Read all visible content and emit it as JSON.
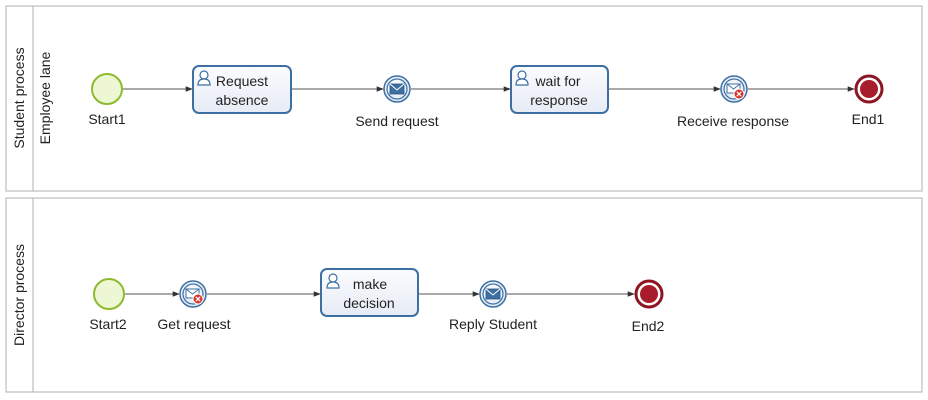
{
  "pools": {
    "student": {
      "label": "Student process",
      "lane_label": "Employee lane"
    },
    "director": {
      "label": "Director process"
    }
  },
  "student": {
    "start": "Start1",
    "task_request": [
      "Request",
      "absence"
    ],
    "send_request": "Send request",
    "task_wait": [
      "wait for",
      "response"
    ],
    "receive_response": "Receive response",
    "end": "End1"
  },
  "director": {
    "start": "Start2",
    "get_request": "Get request",
    "task_decision": [
      "make",
      "decision"
    ],
    "reply_student": "Reply Student",
    "end": "End2"
  },
  "colors": {
    "start_fill": "#eef7d4",
    "start_stroke": "#8dbb2e",
    "end_fill": "#a81d2b",
    "end_stroke": "#8e1622",
    "task_stroke": "#3d6fa3",
    "task_fill": "#eef1f8",
    "event_stroke": "#3d6fa3",
    "flow": "#555555",
    "pool_border": "#b0b0b0"
  }
}
